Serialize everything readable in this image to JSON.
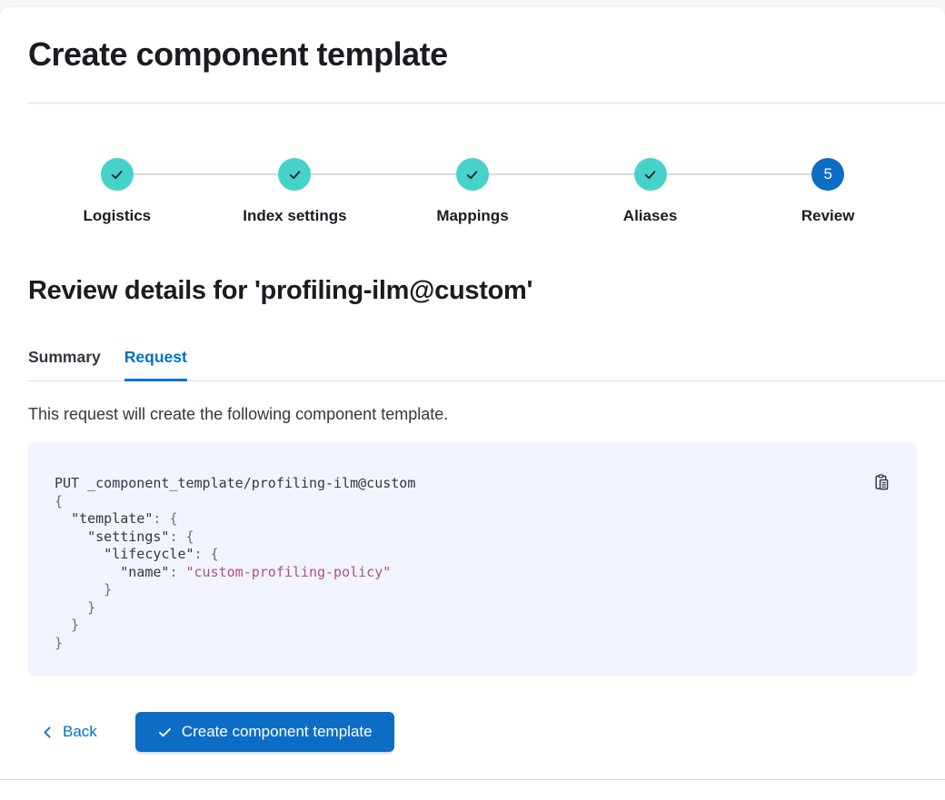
{
  "page": {
    "title": "Create component template"
  },
  "stepper": {
    "steps": [
      {
        "label": "Logistics",
        "status": "complete"
      },
      {
        "label": "Index settings",
        "status": "complete"
      },
      {
        "label": "Mappings",
        "status": "complete"
      },
      {
        "label": "Aliases",
        "status": "complete"
      },
      {
        "label": "Review",
        "status": "current",
        "number": "5"
      }
    ]
  },
  "review": {
    "heading": "Review details for 'profiling-ilm@custom'",
    "tabs": [
      {
        "label": "Summary",
        "active": false
      },
      {
        "label": "Request",
        "active": true
      }
    ],
    "description": "This request will create the following component template."
  },
  "code": {
    "lines": [
      [
        {
          "t": "PUT _component_template/profiling-ilm@custom",
          "c": "k"
        }
      ],
      [
        {
          "t": "{",
          "c": "p"
        }
      ],
      [
        {
          "t": "  ",
          "c": "p"
        },
        {
          "t": "\"template\"",
          "c": "k"
        },
        {
          "t": ": ",
          "c": "p"
        },
        {
          "t": "{",
          "c": "p"
        }
      ],
      [
        {
          "t": "    ",
          "c": "p"
        },
        {
          "t": "\"settings\"",
          "c": "k"
        },
        {
          "t": ": ",
          "c": "p"
        },
        {
          "t": "{",
          "c": "p"
        }
      ],
      [
        {
          "t": "      ",
          "c": "p"
        },
        {
          "t": "\"lifecycle\"",
          "c": "k"
        },
        {
          "t": ": ",
          "c": "p"
        },
        {
          "t": "{",
          "c": "p"
        }
      ],
      [
        {
          "t": "        ",
          "c": "p"
        },
        {
          "t": "\"name\"",
          "c": "k"
        },
        {
          "t": ": ",
          "c": "p"
        },
        {
          "t": "\"custom-profiling-policy\"",
          "c": "s"
        }
      ],
      [
        {
          "t": "      }",
          "c": "p"
        }
      ],
      [
        {
          "t": "    }",
          "c": "p"
        }
      ],
      [
        {
          "t": "  }",
          "c": "p"
        }
      ],
      [
        {
          "t": "}",
          "c": "p"
        }
      ]
    ]
  },
  "footer": {
    "back_label": "Back",
    "create_label": "Create component template"
  },
  "icons": {
    "step_complete": "check-icon",
    "copy": "copy-clipboard-icon",
    "back": "chevron-left-icon",
    "create": "check-icon"
  },
  "colors": {
    "primary_blue": "#0d6dc5",
    "link_blue": "#0072c6",
    "success_teal": "#46d2c8",
    "divider": "#d3dae6",
    "code_background": "#f1f4fa",
    "code_string": "#b0537c",
    "heading_text": "#1a1c21",
    "body_text": "#343741"
  }
}
